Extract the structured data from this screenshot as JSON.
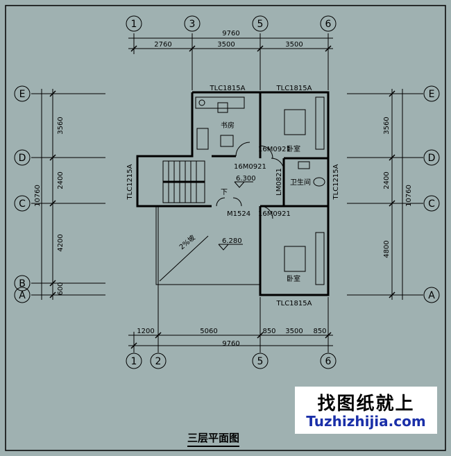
{
  "title": "三层平面图",
  "watermark": {
    "line1": "找图纸就上",
    "line2": "Tuzhizhijia.com"
  },
  "axes": {
    "top": [
      "1",
      "3",
      "5",
      "6"
    ],
    "bottom": [
      "1",
      "2",
      "5",
      "6"
    ],
    "left": [
      "E",
      "D",
      "C",
      "B",
      "A"
    ],
    "right": [
      "E",
      "D",
      "C",
      "A"
    ]
  },
  "dims_top": {
    "total": "9760",
    "segs": [
      "2760",
      "3500",
      "3500"
    ]
  },
  "dims_bottom": {
    "total": "9760",
    "segs": [
      "1200",
      "5060",
      "850",
      "3500",
      "850"
    ]
  },
  "dims_left": {
    "total": "10760",
    "segs": [
      "3560",
      "2400",
      "4200",
      "600"
    ]
  },
  "dims_right": {
    "total": "10760",
    "segs": [
      "3560",
      "2400",
      "4800"
    ]
  },
  "labels": {
    "win_top1": "TLC1815A",
    "win_top2": "TLC1815A",
    "win_bottom": "TLC1815A",
    "win_left": "TLC1215A",
    "win_right": "TLC1215A",
    "study": "书房",
    "bed1": "卧室",
    "bed2": "卧室",
    "bath": "卫生间",
    "door1": "16M0921",
    "door2": "16M0921",
    "door3": "16M0921",
    "door4": "LM0821",
    "door5": "M1524",
    "elev1": "6.300",
    "elev2": "6.280",
    "down": "下",
    "slope": "2%坡"
  }
}
